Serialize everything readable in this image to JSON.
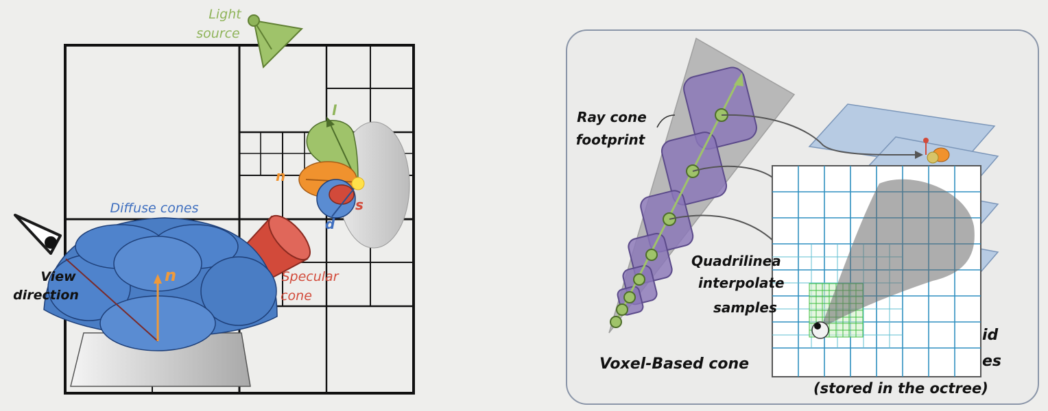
{
  "left_diagram": {
    "light_source_line1": "Light",
    "light_source_line2": "source",
    "diffuse_cones": "Diffuse cones",
    "view_line1": "View",
    "view_line2": "direction",
    "specular_line1": "Specular",
    "specular_line2": "cone",
    "normal_symbol": "n",
    "lobe_l": "l",
    "lobe_n": "n",
    "lobe_s": "s",
    "lobe_d": "d"
  },
  "right_diagram": {
    "ray_cone_line1": "Ray cone",
    "ray_cone_line2": "footprint",
    "quad_line1": "Quadrilinea",
    "quad_line2": "interpolate",
    "quad_line3": "samples",
    "voxel_label": "Voxel-Based cone",
    "grid_partial1": "id",
    "grid_partial2": "es",
    "stored_label": "(stored in the octree)"
  },
  "colors": {
    "background": "#eeeeec",
    "grid_lines": "#111111",
    "diffuse_blue": "#4a7dc4",
    "specular_red": "#d24a3a",
    "light_green": "#8fb45a",
    "lobe_orange": "#f0922e",
    "cone_purple": "#8a76b8",
    "grid_cyan": "#2f8fc0",
    "grid_green": "#3fbf3f"
  }
}
